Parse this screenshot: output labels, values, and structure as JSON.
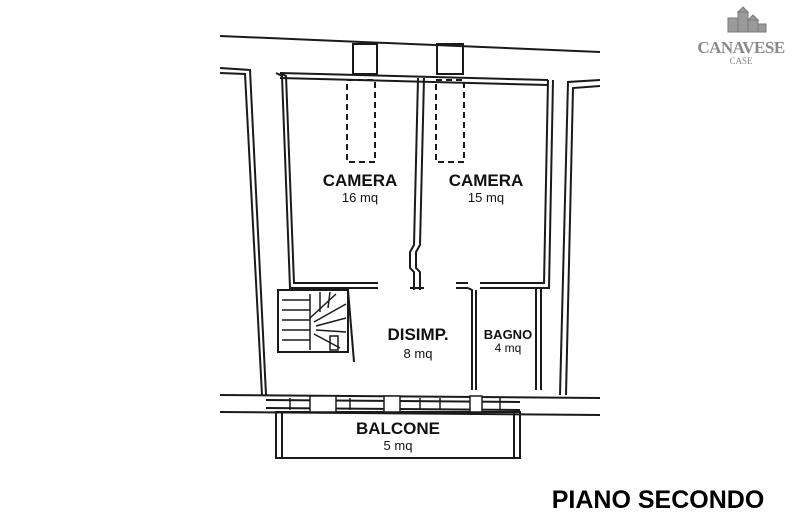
{
  "floor_title": "PIANO SECONDO",
  "logo": {
    "name": "CANAVESE",
    "sub": "CASE",
    "color": "#8a8a8a"
  },
  "rooms": [
    {
      "name": "CAMERA",
      "area": "16 mq"
    },
    {
      "name": "CAMERA",
      "area": "15 mq"
    },
    {
      "name": "DISIMP.",
      "area": "8 mq"
    },
    {
      "name": "BAGNO",
      "area": "4 mq"
    },
    {
      "name": "BALCONE",
      "area": "5 mq"
    }
  ],
  "colors": {
    "wall": "#1a1a1a",
    "background": "#ffffff",
    "text": "#111111"
  }
}
